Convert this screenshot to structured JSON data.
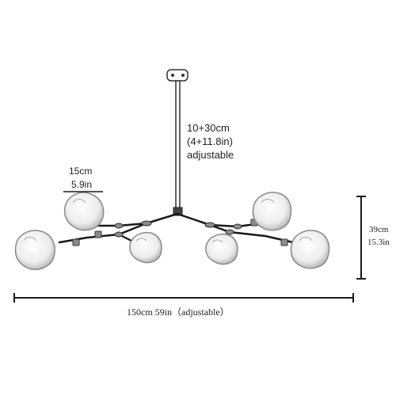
{
  "diagram": {
    "rod_length": {
      "metric": "10+30cm",
      "imperial": "(4+11.8in)",
      "note": "adjustable"
    },
    "globe_diameter": {
      "metric": "15cm",
      "imperial": "5.9in"
    },
    "height": {
      "metric": "39cm",
      "imperial": "15.3in"
    },
    "width": {
      "label": "150cm 59in（adjustable）"
    },
    "colors": {
      "line": "#1a1a1a",
      "globe_fill": "#f2f2f2",
      "globe_stroke": "#8a8a8a"
    }
  }
}
